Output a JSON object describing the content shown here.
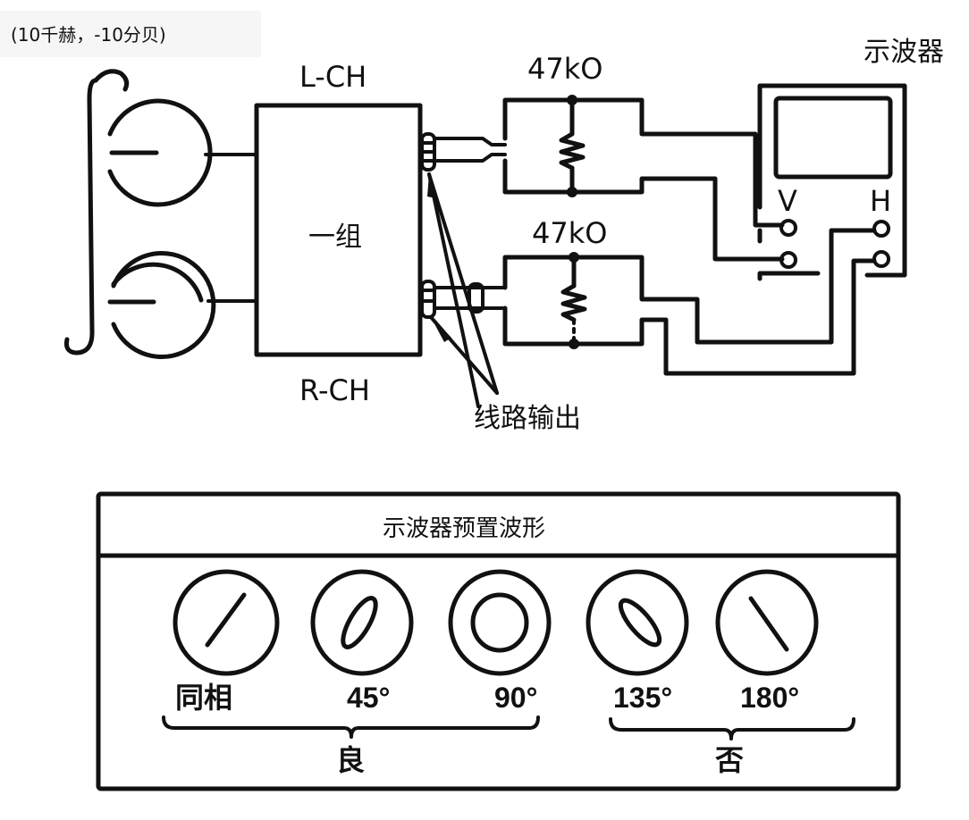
{
  "annotation": "(10千赫，-10分贝)",
  "turntable": {
    "top_channel_label": "L-CH",
    "bottom_channel_label": "R-CH",
    "unit_label": "一组"
  },
  "resistors": [
    {
      "label": "47kO"
    },
    {
      "label": "47kO"
    }
  ],
  "line_output_label": "线路输出",
  "oscilloscope": {
    "title": "示波器",
    "v_label": "V",
    "h_label": "H"
  },
  "preset_panel": {
    "title": "示波器预置波形",
    "waveforms": [
      {
        "label": "同相",
        "shape": "line-rising"
      },
      {
        "label": "45°",
        "shape": "ellipse-rising"
      },
      {
        "label": "90°",
        "shape": "circle"
      },
      {
        "label": "135°",
        "shape": "ellipse-falling"
      },
      {
        "label": "180°",
        "shape": "line-falling"
      }
    ],
    "groups": [
      {
        "label": "良",
        "covers": [
          "同相",
          "45°",
          "90°"
        ]
      },
      {
        "label": "否",
        "covers": [
          "135°",
          "180°"
        ]
      }
    ]
  }
}
